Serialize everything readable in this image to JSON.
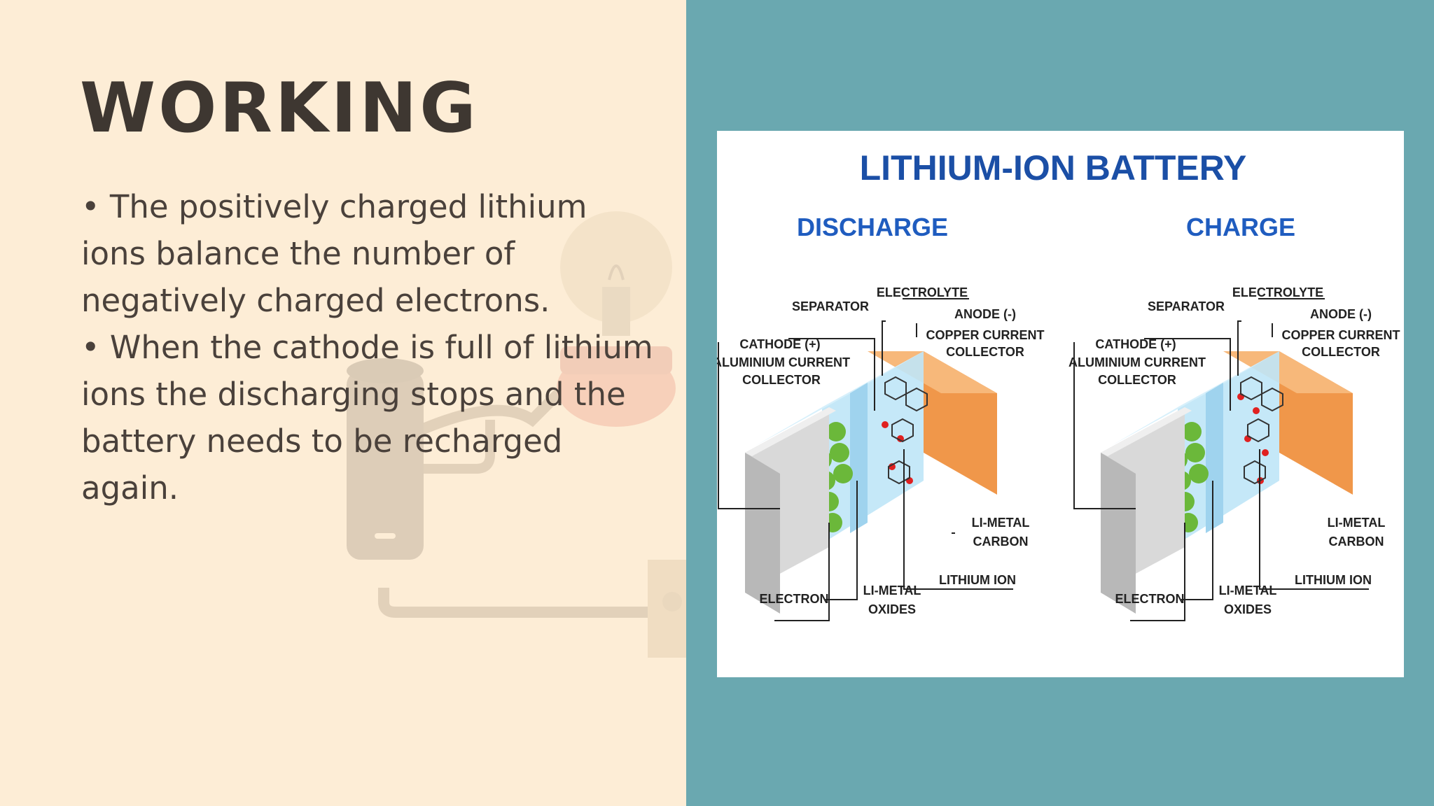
{
  "slide": {
    "title": "WORKING",
    "bullets": [
      "• The positively charged lithium ions balance the number of negatively charged electrons.",
      "• When the cathode is full of lithium ions the discharging stops and the battery needs to be recharged again."
    ]
  },
  "figure": {
    "title": "LITHIUM-ION BATTERY",
    "discharge": {
      "heading": "DISCHARGE",
      "labels": {
        "separator": "SEPARATOR",
        "electrolyte": "ELECTROLYTE",
        "anode": "ANODE (-)",
        "copper_1": "COPPER CURRENT",
        "copper_2": "COLLECTOR",
        "cathode": "CATHODE (+)",
        "alu_1": "ALUMINIUM CURRENT",
        "alu_2": "COLLECTOR",
        "limetal_1": "LI-METAL",
        "limetal_2": "CARBON",
        "lithium_ion": "LITHIUM ION",
        "electron": "ELECTRON",
        "oxides_1": "LI-METAL",
        "oxides_2": "OXIDES"
      }
    },
    "charge": {
      "heading": "CHARGE",
      "labels": {
        "separator": "SEPARATOR",
        "electrolyte": "ELECTROLYTE",
        "anode": "ANODE (-)",
        "copper_1": "COPPER CURRENT",
        "copper_2": "COLLECTOR",
        "cathode": "CATHODE (+)",
        "alu_1": "ALUMINIUM CURRENT",
        "alu_2": "COLLECTOR",
        "limetal_1": "LI-METAL",
        "limetal_2": "CARBON",
        "lithium_ion": "LITHIUM ION",
        "electron": "ELECTRON",
        "oxides_1": "LI-METAL",
        "oxides_2": "OXIDES"
      }
    }
  },
  "colors": {
    "left_bg": "#fdedd6",
    "right_bg": "#6aa8b0",
    "title_text": "#3e3731",
    "body_text": "#4a413b",
    "figure_title": "#1b4fa6",
    "figure_heading": "#1f5cbf",
    "anode": "#f0974a",
    "electrolyte": "#bfe6f7",
    "cathode_particles": "#6bb83a",
    "lithium_ion": "#e02020"
  }
}
